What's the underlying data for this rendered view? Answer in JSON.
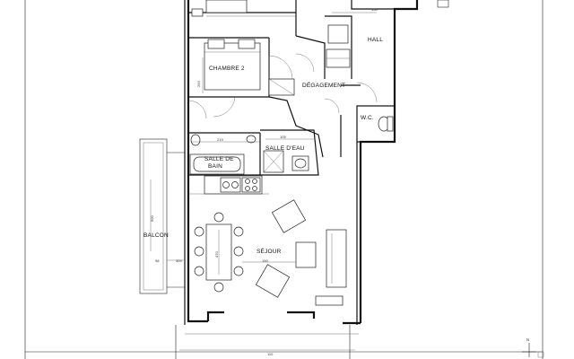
{
  "rooms": {
    "chambre2": "CHAMBRE 2",
    "hall": "HALL",
    "degagement": "DÉGAGEMENT",
    "wc": "W.C.",
    "salle_de_bain_line1": "SALLE DE",
    "salle_de_bain_line2": "BAIN",
    "salle_deau": "SALLE D'EAU",
    "sejour": "SÉJOUR",
    "balcon": "BALCON"
  },
  "dimensions": {
    "d150": "150",
    "d293": "293",
    "d219": "219",
    "d105": "105",
    "d470": "470",
    "d500": "500",
    "d98": "98",
    "d305": "305",
    "d190": "190",
    "d110": "110"
  },
  "compass_label": "N"
}
